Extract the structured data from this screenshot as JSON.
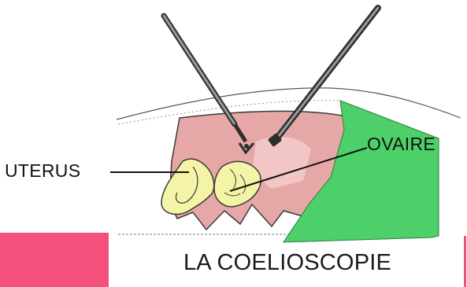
{
  "slide": {
    "title": "LA COELIOSCOPIE",
    "labels": {
      "uterus": "UTERUS",
      "ovaire": "OVAIRE"
    }
  },
  "colors": {
    "accent": "#f3507e",
    "drape": "#4dd06a",
    "tissue": "#e6a8a6",
    "organ": "#f4f4a6",
    "outline": "#3a3a3a"
  },
  "icons": [
    "laparoscopic-instrument-icon",
    "grasper-tip-icon"
  ]
}
